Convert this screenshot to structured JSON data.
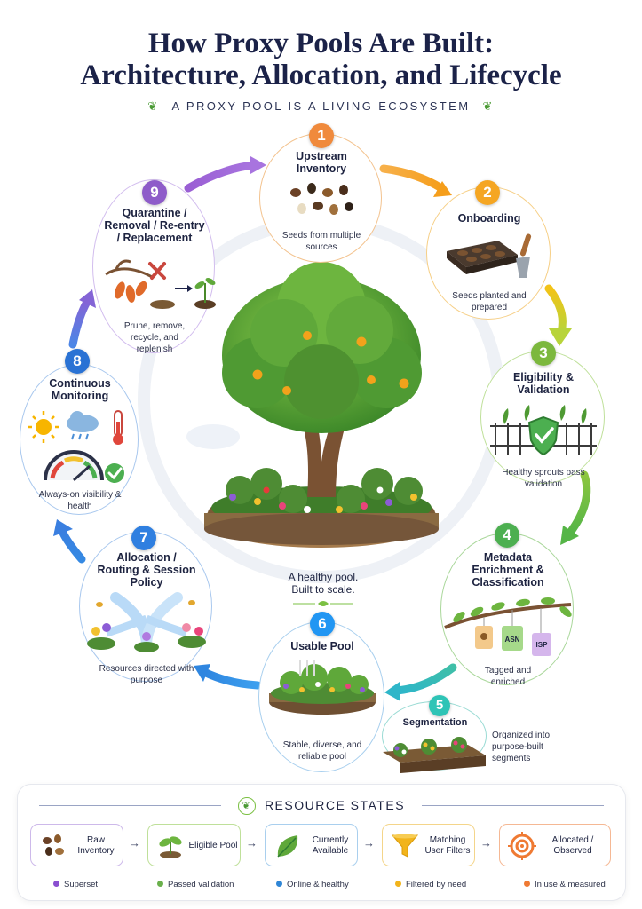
{
  "title_line1": "How Proxy Pools Are Built:",
  "title_line2": "Architecture, Allocation, and Lifecycle",
  "subtitle": "A PROXY POOL IS A LIVING ECOSYSTEM",
  "center_caption_line1": "A healthy pool.",
  "center_caption_line2": "Built to scale.",
  "stages": [
    {
      "number": "1",
      "title": "Upstream Inventory",
      "caption": "Seeds from multiple sources",
      "color": "#f08a3c",
      "icon": "seeds-icon"
    },
    {
      "number": "2",
      "title": "Onboarding",
      "caption": "Seeds planted and prepared",
      "color": "#f5a623",
      "icon": "seed-tray-icon"
    },
    {
      "number": "3",
      "title": "Eligibility & Validation",
      "caption": "Healthy sprouts pass validation",
      "color": "#7cb83e",
      "icon": "shield-fence-icon"
    },
    {
      "number": "4",
      "title": "Metadata Enrichment & Classification",
      "caption": "Tagged and enriched",
      "color": "#4caf50",
      "icon": "tagged-branch-icon",
      "tags": [
        "ASN",
        "ISP"
      ]
    },
    {
      "number": "5",
      "title": "Segmentation",
      "caption": "Organized into purpose-built segments",
      "color": "#2ec4b6",
      "icon": "garden-beds-icon"
    },
    {
      "number": "6",
      "title": "Usable Pool",
      "caption": "Stable, diverse, and reliable pool",
      "color": "#2196f3",
      "icon": "flower-bed-icon"
    },
    {
      "number": "7",
      "title": "Allocation / Routing & Session Policy",
      "caption": "Resources directed with purpose",
      "color": "#2f7fe0",
      "icon": "routing-flowers-icon"
    },
    {
      "number": "8",
      "title": "Continuous Monitoring",
      "caption": "Always-on visibility & health",
      "color": "#2a72d4",
      "icon": "weather-gauge-icon"
    },
    {
      "number": "9",
      "title": "Quarantine / Removal / Re-entry / Replacement",
      "caption": "Prune, remove, recycle, and replenish",
      "color": "#8e5cc9",
      "icon": "pruning-shears-icon"
    }
  ],
  "resource_states": {
    "heading": "RESOURCE STATES",
    "states": [
      {
        "label": "Raw Inventory",
        "note": "Superset",
        "color": "#8a4fd0",
        "icon": "seeds-icon"
      },
      {
        "label": "Eligible Pool",
        "note": "Passed validation",
        "color": "#6ab04c",
        "icon": "sprout-icon"
      },
      {
        "label": "Currently Available",
        "note": "Online & healthy",
        "color": "#2f86d6",
        "icon": "leaf-icon"
      },
      {
        "label": "Matching User Filters",
        "note": "Filtered by need",
        "color": "#f2b41b",
        "icon": "funnel-icon"
      },
      {
        "label": "Allocated / Observed",
        "note": "In use & measured",
        "color": "#ef7a33",
        "icon": "target-icon"
      }
    ]
  }
}
